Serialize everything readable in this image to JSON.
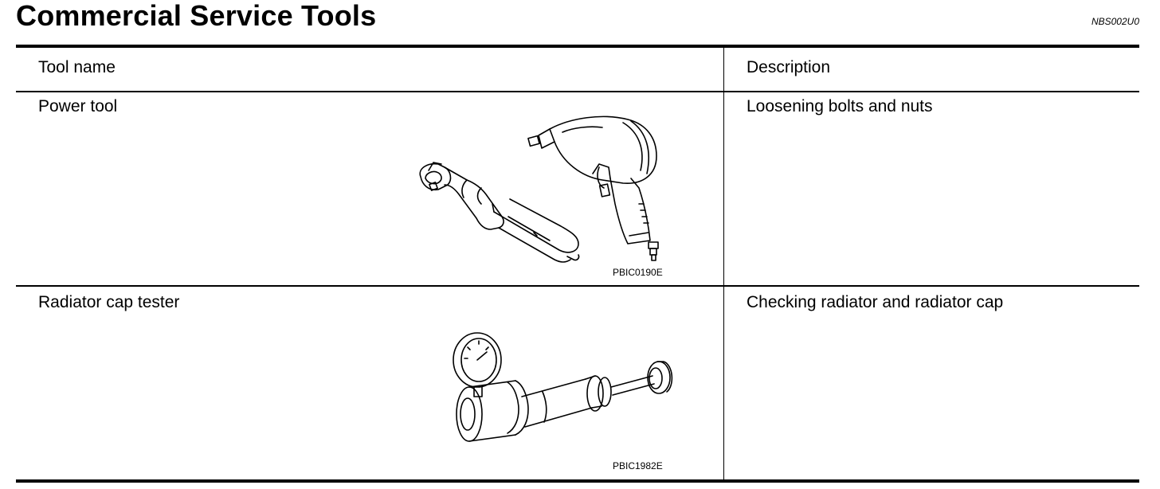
{
  "page": {
    "title": "Commercial Service Tools",
    "code": "NBS002U0"
  },
  "table": {
    "headers": {
      "tool_name": "Tool name",
      "description": "Description"
    },
    "rows": [
      {
        "tool_name": "Power tool",
        "description": "Loosening bolts and nuts",
        "figure_code": "PBIC0190E",
        "figure_icon": "power-tool-illustration"
      },
      {
        "tool_name": "Radiator cap tester",
        "description": "Checking radiator and radiator cap",
        "figure_code": "PBIC1982E",
        "figure_icon": "radiator-cap-tester-illustration"
      }
    ]
  }
}
